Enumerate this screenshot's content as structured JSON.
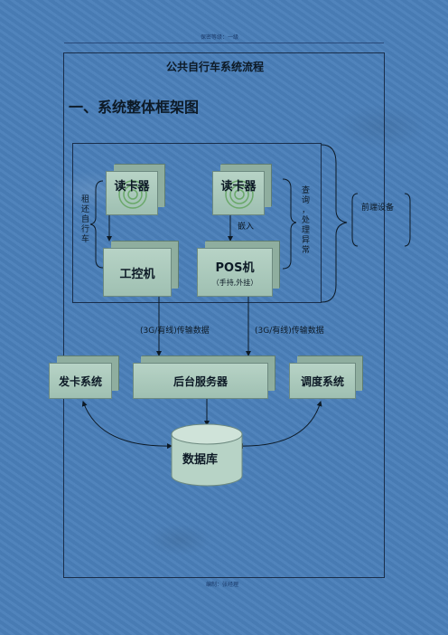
{
  "header": {
    "security_level": "保密等级：一级"
  },
  "footer": {
    "author": "编制：张经理"
  },
  "doc": {
    "title": "公共自行车系统流程",
    "section_heading": "一、系统整体框架图"
  },
  "diagram": {
    "card_reader_left": "读卡器",
    "card_reader_right": "读卡器",
    "ipc": "工控机",
    "pos": "POS机",
    "pos_sub": "（手持,外挂）",
    "embed": "嵌入",
    "left_brace_text": [
      "租",
      "还",
      "自",
      "行",
      "车"
    ],
    "right_brace_text": [
      "查",
      "询",
      "，",
      "处",
      "理",
      "异",
      "常"
    ],
    "front_end_label": "前端设备",
    "transfer_left": "(3G/有线)传输数据",
    "transfer_right": "(3G/有线)传输数据",
    "card_issue": "发卡系统",
    "server": "后台服务器",
    "dispatch": "调度系统",
    "database": "数据库"
  }
}
